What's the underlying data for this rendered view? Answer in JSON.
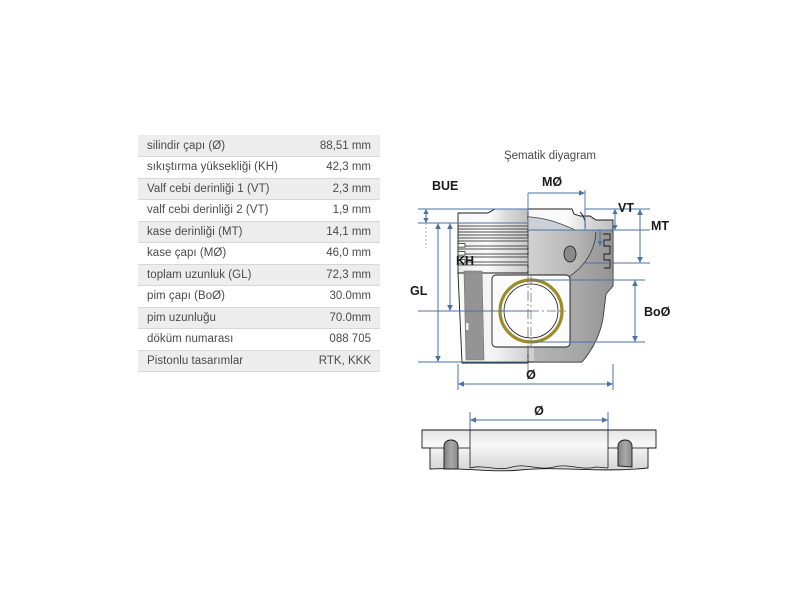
{
  "spec_table": {
    "rows": [
      {
        "label": "silindir çapı (Ø)",
        "value": "88,51 mm"
      },
      {
        "label": "sıkıştırma yüksekliği (KH)",
        "value": "42,3 mm"
      },
      {
        "label": "Valf cebi derinliği 1 (VT)",
        "value": "2,3 mm"
      },
      {
        "label": "valf cebi derinliği 2 (VT)",
        "value": "1,9 mm"
      },
      {
        "label": "kase derinliği (MT)",
        "value": "14,1 mm"
      },
      {
        "label": "kase çapı (MØ)",
        "value": "46,0 mm"
      },
      {
        "label": "toplam uzunluk (GL)",
        "value": "72,3 mm"
      },
      {
        "label": "pim çapı (BoØ)",
        "value": "30.0mm"
      },
      {
        "label": "pim uzunluğu",
        "value": "70.0mm"
      },
      {
        "label": "döküm numarası",
        "value": "088 705"
      },
      {
        "label": "Pistonlu tasarımlar",
        "value": "RTK, KKK"
      }
    ]
  },
  "diagram": {
    "title": "Şematik diyagram",
    "dimensions": {
      "bue": "BUE",
      "mo": "MØ",
      "vt": "VT",
      "mt": "MT",
      "kh": "KH",
      "gl": "GL",
      "bod": "BoØ",
      "diameter": "Ø",
      "diameter_bottom": "Ø"
    }
  },
  "colors": {
    "dimension_line": "#4a72a8",
    "table_row_shaded": "#ededed",
    "table_row_plain": "#ffffff",
    "table_border": "#d7d7d7",
    "text": "#4a4a4a",
    "pin_bore_ring": "#9c8c28",
    "piston_body_light": "#f4f4f4",
    "piston_body_dark": "#8f8f8f",
    "outline": "#1a1a1a"
  }
}
